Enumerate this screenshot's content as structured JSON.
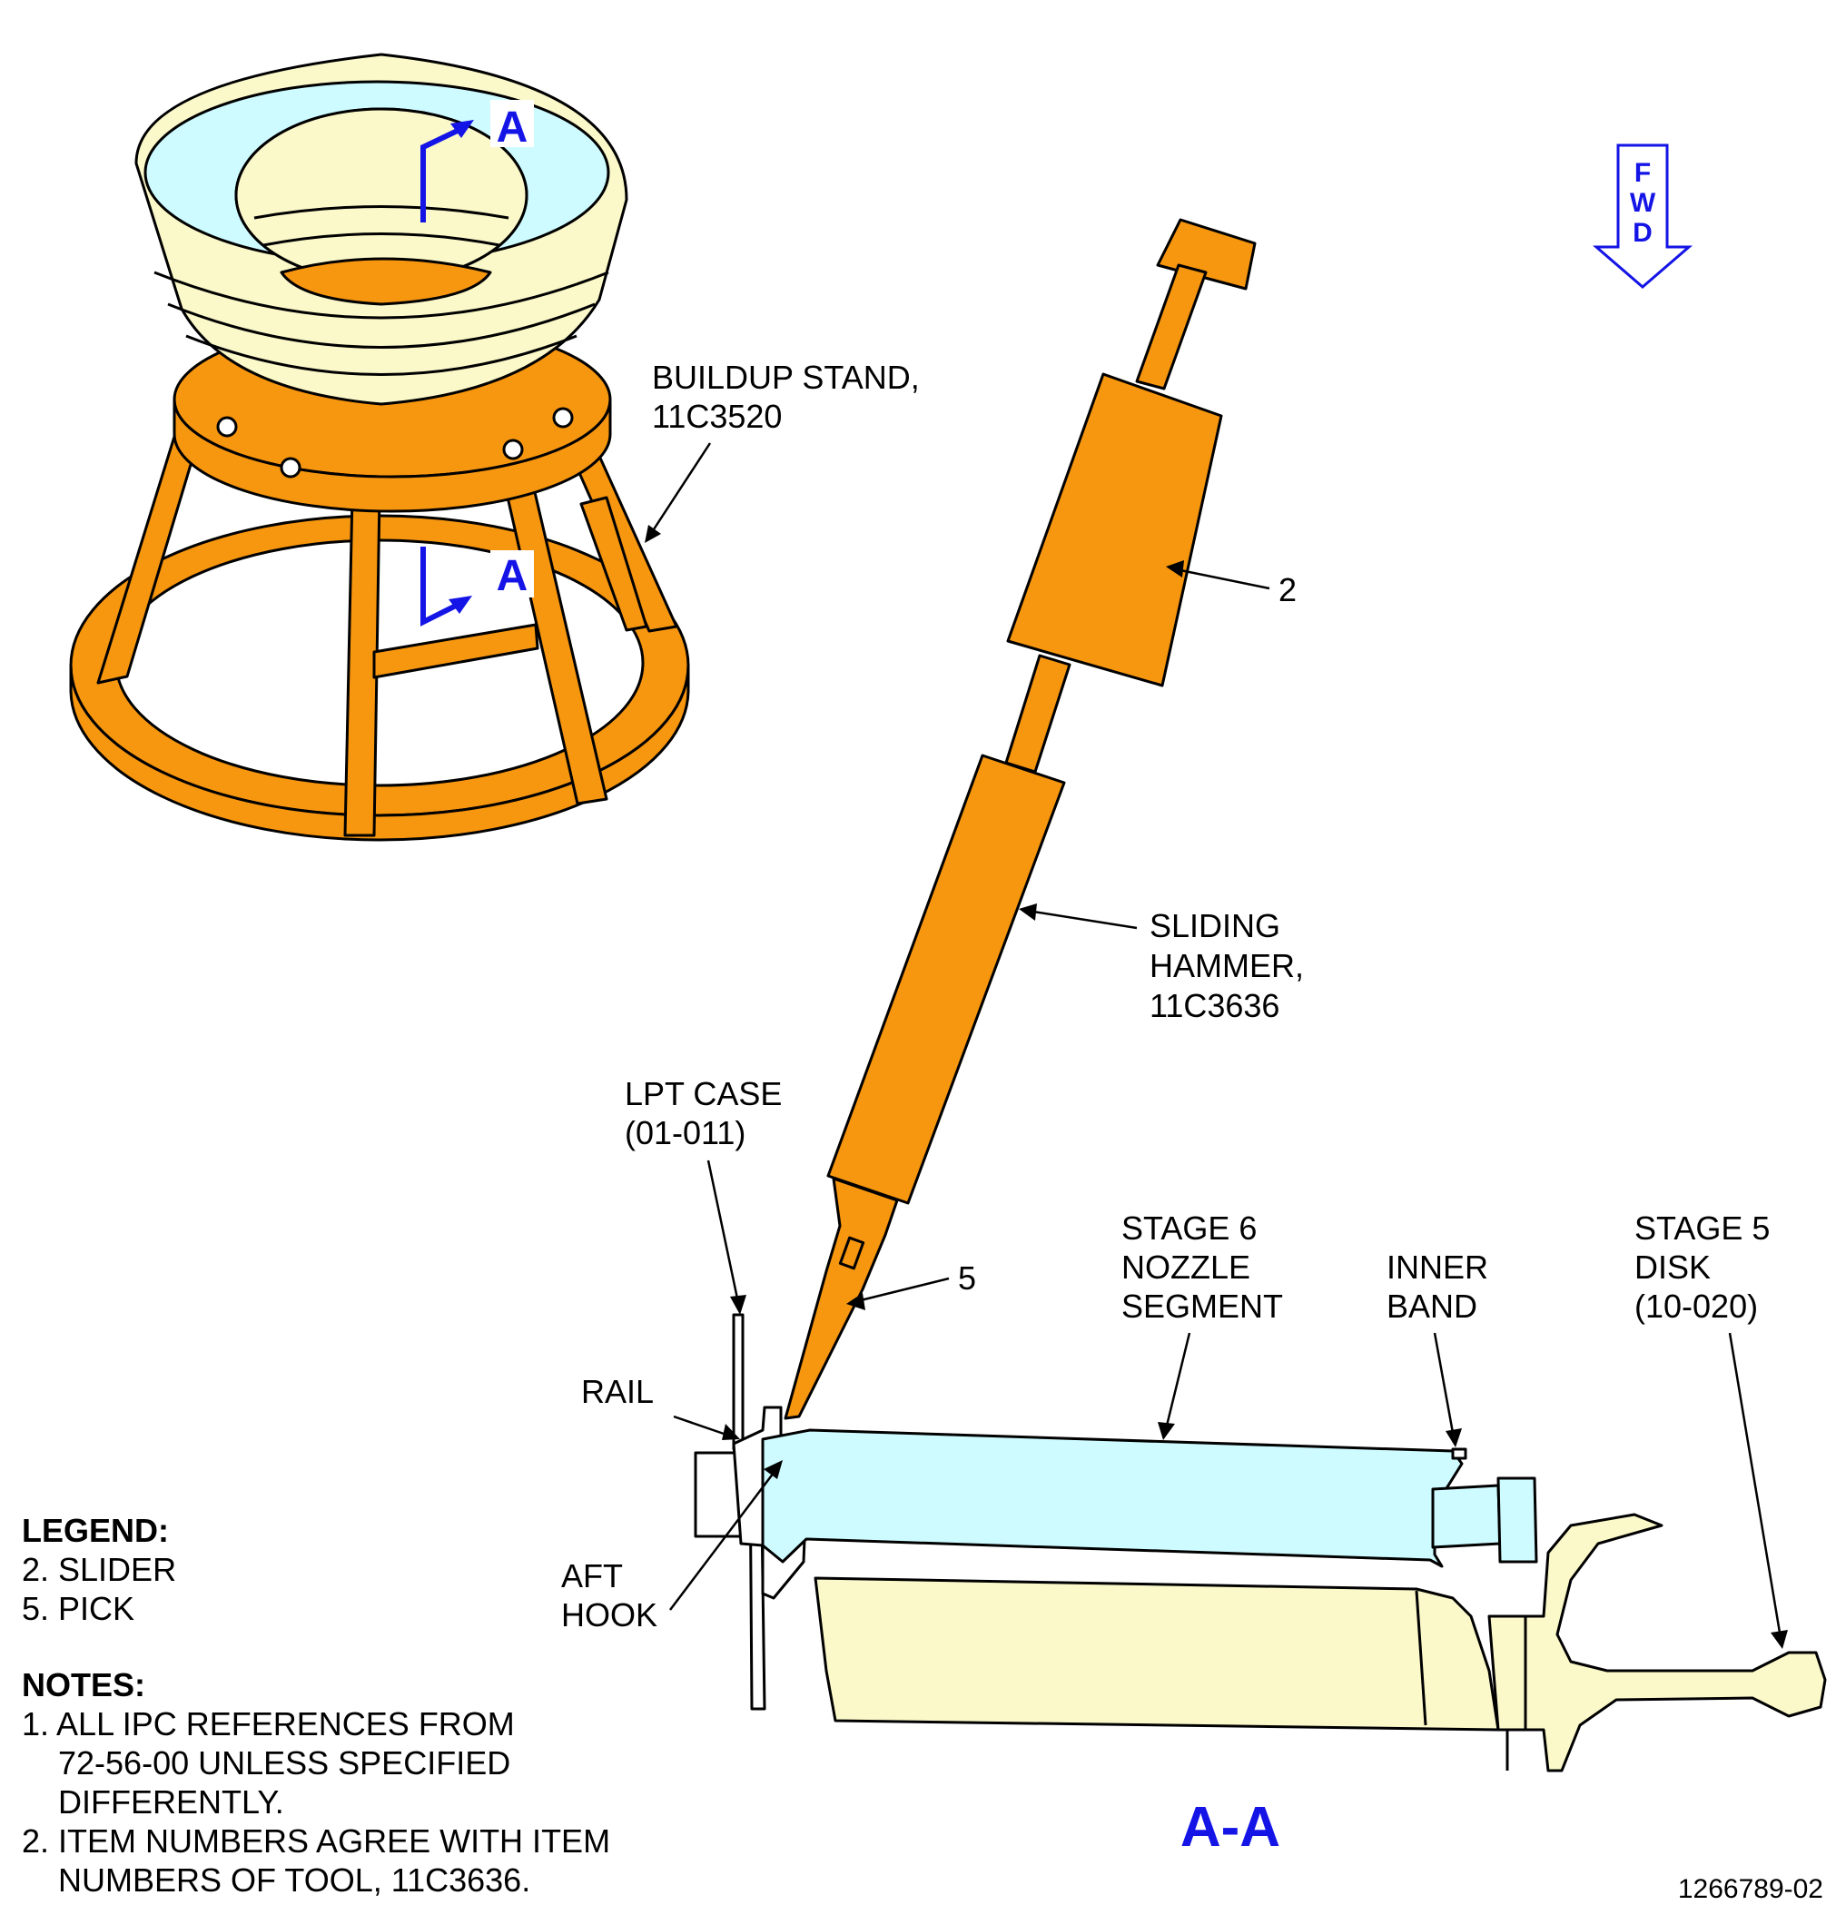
{
  "colors": {
    "tool": "#f7960f",
    "nozzle": "#cdfbff",
    "blade": "#fbf8c9",
    "section_mark": "#1414e6",
    "outline": "#000000"
  },
  "section_marks": {
    "upper": "A",
    "lower": "A",
    "view_title": "A-A"
  },
  "fwd": {
    "l1": "F",
    "l2": "W",
    "l3": "D"
  },
  "labels": {
    "buildup_stand": {
      "l1": "BUILDUP STAND,",
      "l2": "11C3520"
    },
    "item_2": "2",
    "sliding_hammer": {
      "l1": "SLIDING",
      "l2": "HAMMER,",
      "l3": "11C3636"
    },
    "lpt_case": {
      "l1": "LPT CASE",
      "l2": "(01-011)"
    },
    "item_5": "5",
    "stage6": {
      "l1": "STAGE 6",
      "l2": "NOZZLE",
      "l3": "SEGMENT"
    },
    "inner_band": {
      "l1": "INNER",
      "l2": "BAND"
    },
    "stage5": {
      "l1": "STAGE 5",
      "l2": "DISK",
      "l3": "(10-020)"
    },
    "rail": "RAIL",
    "aft_hook": {
      "l1": "AFT",
      "l2": "HOOK"
    }
  },
  "legend": {
    "title": "LEGEND:",
    "items": [
      "2. SLIDER",
      "5. PICK"
    ]
  },
  "notes": {
    "title": "NOTES:",
    "n1": {
      "l1": "1. ALL IPC REFERENCES FROM",
      "l2": "72-56-00 UNLESS SPECIFIED",
      "l3": "DIFFERENTLY."
    },
    "n2": {
      "l1": "2. ITEM NUMBERS AGREE WITH ITEM",
      "l2": "NUMBERS OF TOOL, 11C3636."
    }
  },
  "figure_number": "1266789-02"
}
